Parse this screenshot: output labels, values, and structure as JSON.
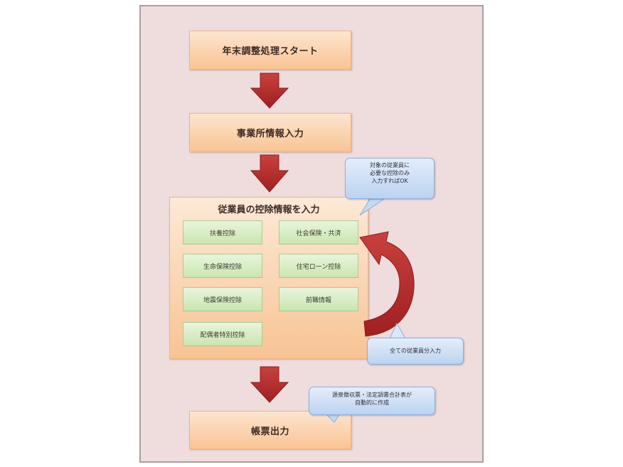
{
  "steps": {
    "start": "年末調整処理スタート",
    "office_info": "事業所情報入力",
    "output": "帳票出力"
  },
  "group": {
    "title": "従業員の控除情報を入力",
    "items": [
      "扶養控除",
      "社会保険・共済",
      "生命保険控除",
      "住宅ローン控除",
      "地震保険控除",
      "前職情報",
      "配偶者特別控除"
    ]
  },
  "callouts": {
    "required_only": [
      "対象の従業員に",
      "必要な控除のみ",
      "入力すればOK"
    ],
    "all_employees": "全ての従業員分入力",
    "auto_create": [
      "源泉徴収票・法定調書合計表が",
      "自動的に作成"
    ]
  },
  "colors": {
    "background": "#efdcdd",
    "step_fill": "#f9c494",
    "item_fill": "#c9e6b0",
    "arrow": "#b72a2a",
    "callout_fill": "#bcd3f1"
  }
}
